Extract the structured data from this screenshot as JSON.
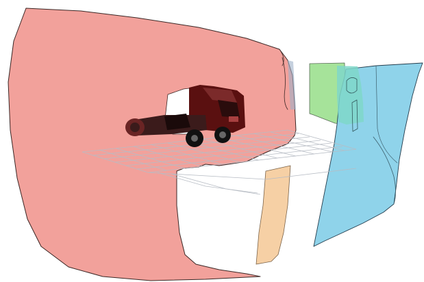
{
  "scene": {
    "description_visible_text": "",
    "colors": {
      "background": "#ffffff",
      "red_surface_fill": "#f2a19b",
      "red_surface_stroke": "#3a2624",
      "blue_panel_fill": "#8fd3ea",
      "blue_panel_stroke": "#233c4c",
      "green_panel_fill": "#a6e39a",
      "teal_overlap_fill": "#7fd7c9",
      "orange_strip_fill": "#f6d0a5",
      "grid_stroke": "#b7bcc4",
      "truck_cab": "#5a1010",
      "truck_body": "#3b1b1b",
      "truck_wheels": "#111111",
      "truck_highlight": "#a84040"
    },
    "elements": [
      "red-curved-surface",
      "blue-side-panel",
      "green-rear-panel",
      "orange-floor-strip",
      "ground-grid",
      "truck-model"
    ]
  }
}
